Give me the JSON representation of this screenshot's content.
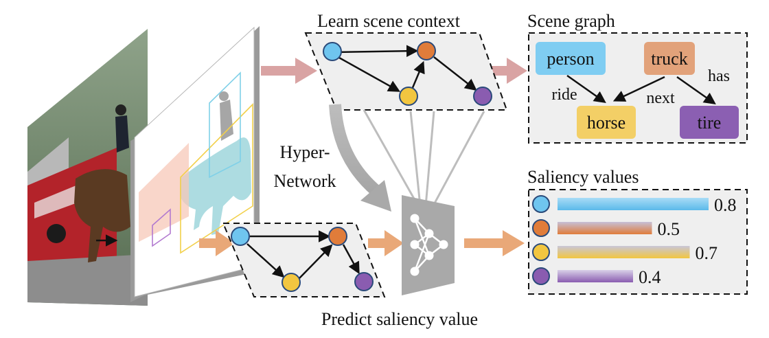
{
  "labels": {
    "learn": "Learn scene context",
    "scene_graph": "Scene graph",
    "hyper_line1": "Hyper-",
    "hyper_line2": "Network",
    "saliency_values": "Saliency values",
    "predict": "Predict saliency value"
  },
  "scene_graph": {
    "nodes": {
      "person": "person",
      "truck": "truck",
      "horse": "horse",
      "tire": "tire"
    },
    "edges": {
      "ride": "ride",
      "next": "next",
      "has": "has"
    }
  },
  "saliency": [
    {
      "name": "blue",
      "value": 0.8,
      "label": "0.8",
      "color": "#6fc5ef"
    },
    {
      "name": "orange",
      "value": 0.5,
      "label": "0.5",
      "color": "#e07c3a"
    },
    {
      "name": "yellow",
      "value": 0.7,
      "label": "0.7",
      "color": "#f2c640"
    },
    {
      "name": "purple",
      "value": 0.4,
      "label": "0.4",
      "color": "#8a5cb0"
    }
  ],
  "colors": {
    "node_blue": "#6fc5ef",
    "node_orange": "#e07c3a",
    "node_yellow": "#f2c640",
    "node_purple": "#8a5cb0",
    "arrow_pink": "#d9a3a3",
    "arrow_orange": "#e9a878",
    "panel_fill": "#efefef",
    "chip_person": "#7fcdf2",
    "chip_truck": "#e2a27a",
    "chip_horse": "#f3cf66",
    "chip_tire": "#8b5fb2"
  }
}
